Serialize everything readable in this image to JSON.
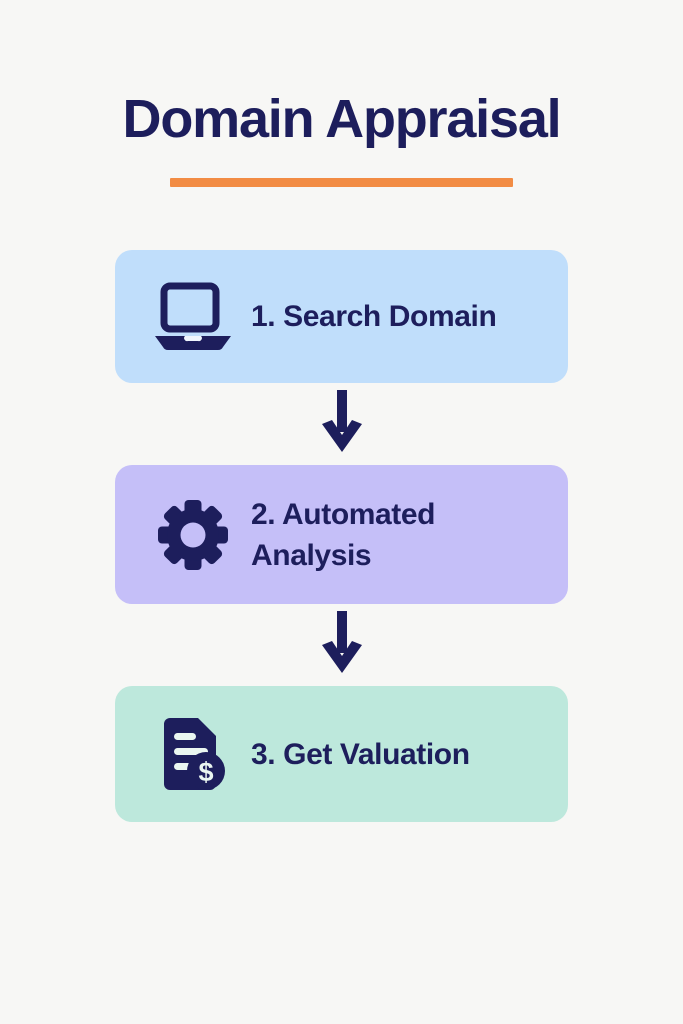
{
  "title": {
    "text": "Domain Appraisal",
    "accent_color": "#f28c44",
    "text_color": "#1d1e5c"
  },
  "background_color": "#f7f7f5",
  "flow": {
    "connector_icon": "arrow-down-icon",
    "connector_color": "#1d1e5c",
    "steps": [
      {
        "label": "1. Search Domain",
        "icon": "laptop-icon",
        "background_color": "#c0defb"
      },
      {
        "label": "2. Automated Analysis",
        "icon": "gear-icon",
        "background_color": "#c5bff8"
      },
      {
        "label": "3. Get Valuation",
        "icon": "document-dollar-icon",
        "background_color": "#bde8dc"
      }
    ]
  },
  "chart_data": {
    "type": "diagram",
    "title": "Domain Appraisal",
    "layout": "vertical-flow",
    "nodes": [
      {
        "order": 1,
        "label": "1. Search Domain",
        "color": "#c0defb",
        "icon": "laptop-icon"
      },
      {
        "order": 2,
        "label": "2. Automated Analysis",
        "color": "#c5bff8",
        "icon": "gear-icon"
      },
      {
        "order": 3,
        "label": "3. Get Valuation",
        "color": "#bde8dc",
        "icon": "document-dollar-icon"
      }
    ],
    "edges": [
      {
        "from": 1,
        "to": 2,
        "style": "arrow-down"
      },
      {
        "from": 2,
        "to": 3,
        "style": "arrow-down"
      }
    ]
  }
}
